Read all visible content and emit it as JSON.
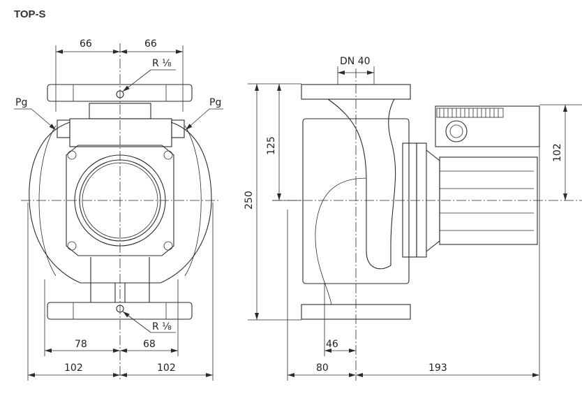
{
  "title": "TOP-S",
  "front_view": {
    "dim_top_left": "66",
    "dim_top_right": "66",
    "vent_top": "R ⅛",
    "vent_bottom": "R ⅛",
    "cable_left": "Pg",
    "cable_right": "Pg",
    "dim_bottom_left_inner": "78",
    "dim_bottom_right_inner": "68",
    "dim_bottom_left_outer": "102",
    "dim_bottom_right_outer": "102"
  },
  "side_view": {
    "nominal_diameter": "DN 40",
    "dim_half_height": "125",
    "dim_total_height": "250",
    "dim_box_height": "102",
    "dim_46": "46",
    "dim_80": "80",
    "dim_193": "193"
  }
}
